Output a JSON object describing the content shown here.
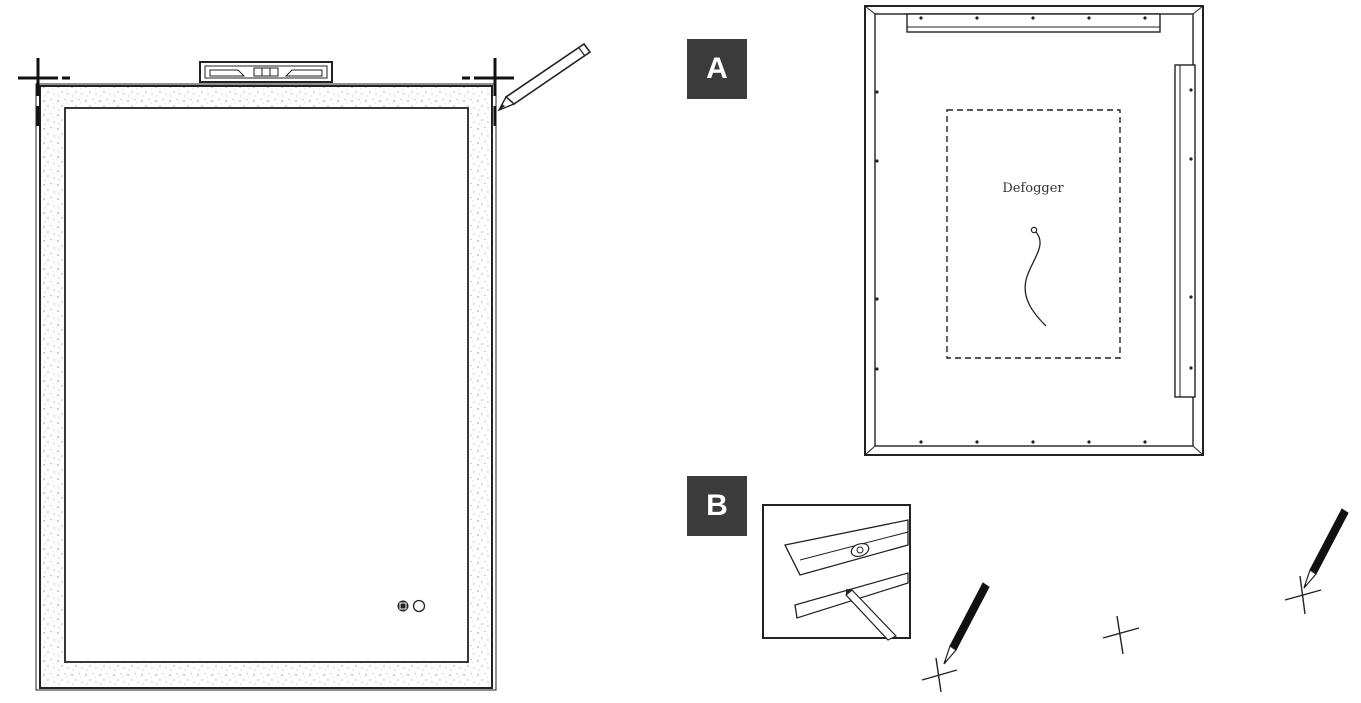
{
  "steps": {
    "a_label": "A",
    "b_label": "B"
  },
  "back_panel": {
    "defogger_label": "Defogger"
  },
  "icons": [
    "spirit-level-icon",
    "pencil-icon",
    "crosshair-mark-icon",
    "touch-button-icon",
    "defogger-wire-icon",
    "mounting-bracket-icon"
  ],
  "colors": {
    "ink": "#222222",
    "badge": "#3b3b3b",
    "speckle_border": "#f4f4f4"
  }
}
